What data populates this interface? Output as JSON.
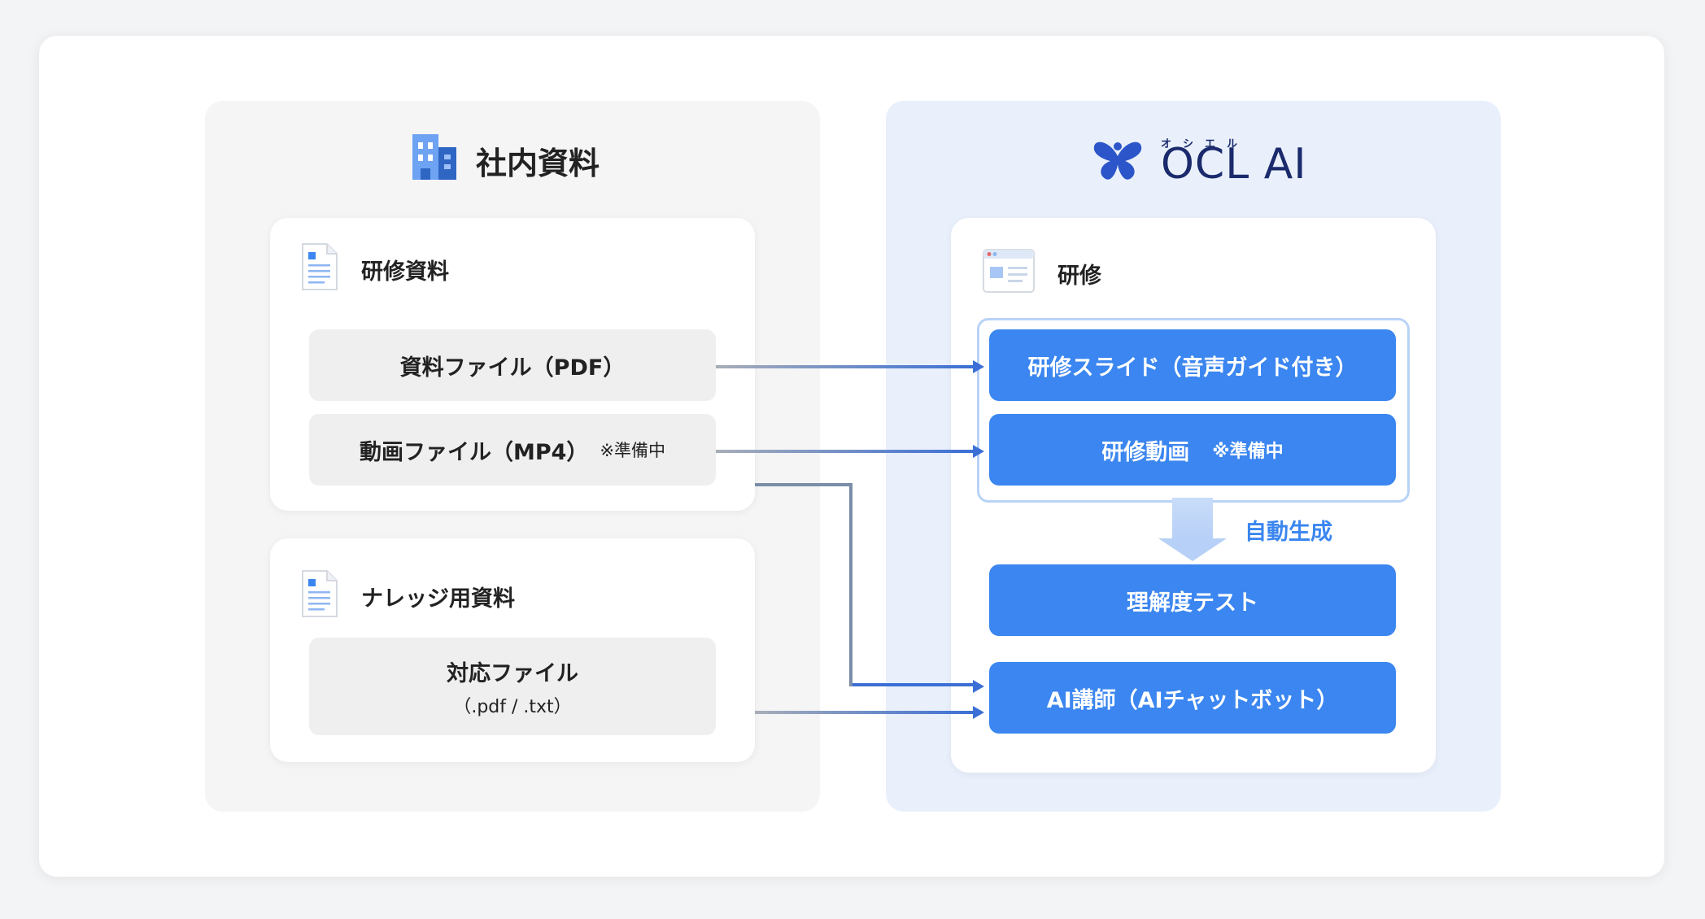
{
  "left_panel": {
    "title": "社内資料",
    "training_box": {
      "title": "研修資料",
      "items": [
        {
          "label": "資料ファイル（PDF）",
          "note": ""
        },
        {
          "label": "動画ファイル（MP4）",
          "note": "※準備中"
        }
      ]
    },
    "knowledge_box": {
      "title": "ナレッジ用資料",
      "item": {
        "label": "対応ファイル",
        "sub": "（.pdf / .txt）"
      }
    }
  },
  "right_panel": {
    "logo": {
      "name": "OCL AI",
      "kana": "オシエル"
    },
    "box": {
      "title": "研修",
      "slides": "研修スライド（音声ガイド付き）",
      "video": "研修動画",
      "video_note": "※準備中",
      "auto_label": "自動生成",
      "test": "理解度テスト",
      "ai_teacher": "AI講師（AIチャットボット）"
    }
  },
  "colors": {
    "accent": "#3b86f0",
    "logo": "#1a2a6c",
    "light_blue": "#c9dcf9"
  }
}
